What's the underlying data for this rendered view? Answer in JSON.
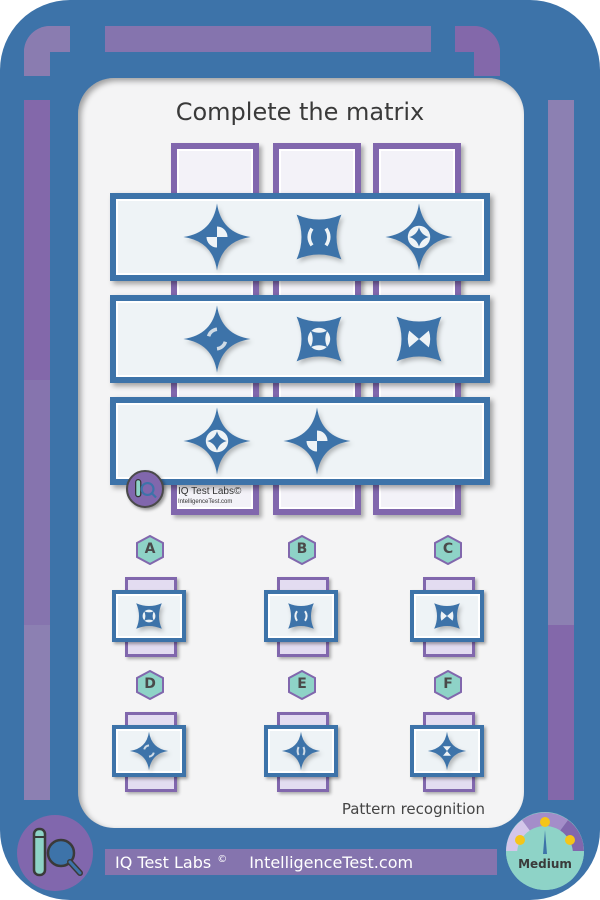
{
  "puzzle": {
    "title": "Complete the matrix",
    "category": "Pattern recognition",
    "difficulty": "Medium",
    "matrix": {
      "rows": [
        [
          "star4-checker",
          "concave-square-parens",
          "star4-ring-star"
        ],
        [
          "star4-arc-gaps",
          "concave-square-ring-square",
          "concave-square-bowtie"
        ],
        [
          "star4-ring-star",
          "star4-checker",
          "missing"
        ]
      ]
    },
    "options": [
      {
        "letter": "A",
        "shape": "concave-square-ring-square"
      },
      {
        "letter": "B",
        "shape": "concave-square-parens"
      },
      {
        "letter": "C",
        "shape": "concave-square-bowtie"
      },
      {
        "letter": "D",
        "shape": "star4-arc-gaps"
      },
      {
        "letter": "E",
        "shape": "star4-parens"
      },
      {
        "letter": "F",
        "shape": "star4-bowtie"
      }
    ]
  },
  "watermark": {
    "brand": "IQ Test Labs©",
    "site": "IntelligenceTest.com"
  },
  "footer": {
    "brand": "IQ Test Labs",
    "copyright": "©",
    "site": "IntelligenceTest.com"
  },
  "colors": {
    "card_blue": "#3d73a9",
    "frame_purple": "#8167ad",
    "panel": "#f4f4f5",
    "badge_teal": "#8ed3c7",
    "shape_blue": "#3d73a9"
  }
}
